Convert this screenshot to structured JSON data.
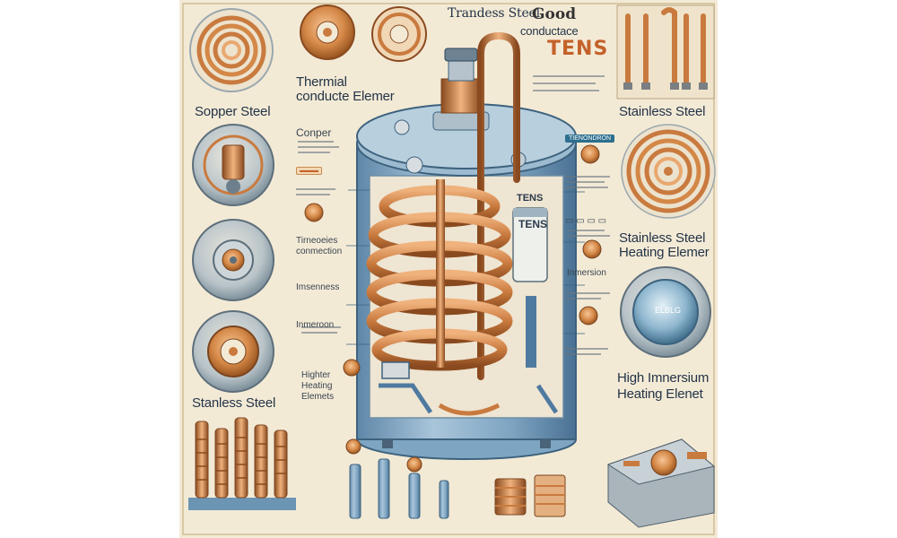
{
  "labels": {
    "transless_steel": "Trandess Steel",
    "good": "Good",
    "conductace": "conductace",
    "tens_top": "TENS",
    "thermal": "Thermial",
    "conducte_element": "conducte Elemer",
    "sopper_steel": "Sopper Steel",
    "stainless_steel_top": "Stainless Steel",
    "conper": "Conper",
    "tens_can": "TENS",
    "tens_can2": "TENS",
    "termeoies": "Tirneoeies",
    "connection": "conmection",
    "stainless_heating_1": "Stainless Steel",
    "stainless_heating_2": "Heating Elemer",
    "imsenress": "Imsenness",
    "inmersion": "Inmersion",
    "immersion": "Inmeroon",
    "higher": "Highter",
    "heating": "Heating",
    "elemets": "Elemets",
    "stanless_steel_bottom": "Stanless Steel",
    "high_immersium_1": "High Imnersium",
    "high_immersium_2": "Heating Elenet",
    "bubble_text": "ELBLG",
    "cylinder_badge": "TIENONDRON"
  },
  "colors": {
    "background": "#f3ead6",
    "copper": "#c97a3e",
    "copper_light": "#e9a870",
    "steel_blue": "#6c95b4",
    "steel_dark": "#3d627e",
    "ink": "#243447"
  },
  "icons": [
    "copper-coil-icon",
    "flange-icon",
    "heating-rod-icon",
    "thermostat-icon",
    "control-board-icon"
  ]
}
